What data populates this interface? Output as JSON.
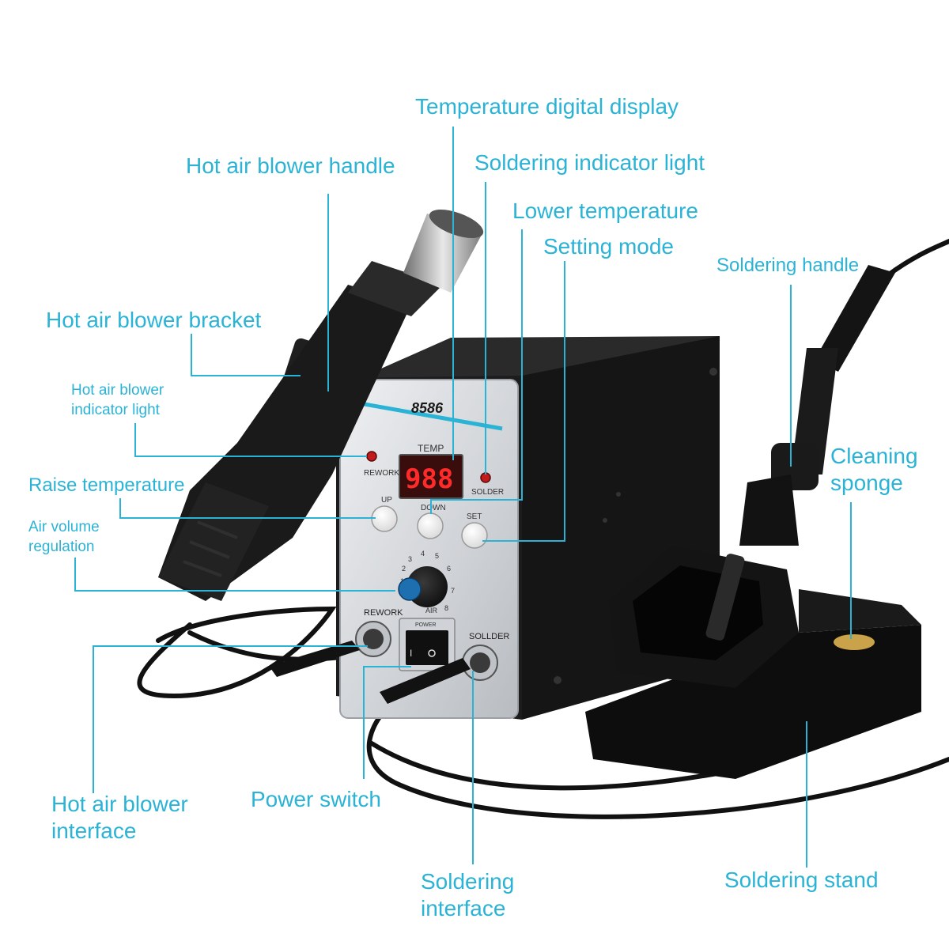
{
  "labels": {
    "temp_display": "Temperature digital display",
    "hot_air_handle": "Hot air blower handle",
    "solder_indicator": "Soldering indicator light",
    "lower_temp": "Lower temperature",
    "setting_mode": "Setting mode",
    "soldering_handle": "Soldering handle",
    "hot_air_bracket": "Hot air blower bracket",
    "hot_air_indicator": "Hot air blower\nindicator light",
    "raise_temp": "Raise temperature",
    "air_volume": "Air volume\nregulation",
    "cleaning_sponge": "Cleaning\nsponge",
    "hot_air_interface": "Hot air blower\ninterface",
    "power_switch": "Power switch",
    "soldering_interface": "Soldering\ninterface",
    "soldering_stand": "Soldering stand"
  },
  "panel": {
    "model": "8586",
    "temp_caption": "TEMP",
    "display_value": "988",
    "rework_light": "REWORK",
    "solder_light": "SOLDER",
    "up_button": "UP",
    "down_button": "DOWN",
    "set_button": "SET",
    "air_caption": "AIR",
    "dial_marks": [
      "1",
      "2",
      "3",
      "4",
      "5",
      "6",
      "7",
      "8"
    ],
    "rework_port": "REWORK",
    "solder_port": "SOLLDER",
    "power_caption": "POWER"
  },
  "colors": {
    "label": "#2bb3d6",
    "leader": "#2bb3d6",
    "station_body": "#151515",
    "faceplate": "#d9dbde",
    "display_digits": "#ff2a2a",
    "knob": "#1d6fb0"
  }
}
